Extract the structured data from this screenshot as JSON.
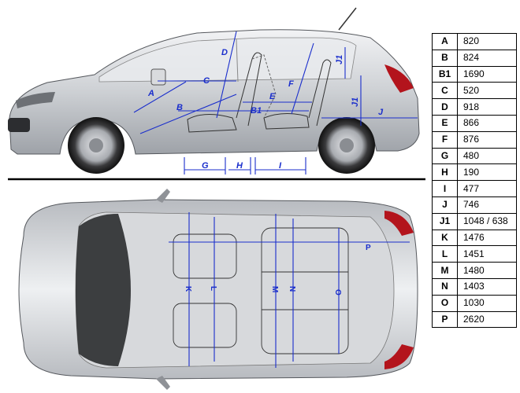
{
  "side_view_labels": [
    "A",
    "B",
    "B1",
    "C",
    "D",
    "E",
    "F",
    "G",
    "H",
    "I",
    "J",
    "J1"
  ],
  "top_view_labels": [
    "K",
    "L",
    "M",
    "N",
    "O",
    "P"
  ],
  "dimensions": [
    {
      "key": "A",
      "value": "820"
    },
    {
      "key": "B",
      "value": "824"
    },
    {
      "key": "B1",
      "value": "1690"
    },
    {
      "key": "C",
      "value": "520"
    },
    {
      "key": "D",
      "value": "918"
    },
    {
      "key": "E",
      "value": "866"
    },
    {
      "key": "F",
      "value": "876"
    },
    {
      "key": "G",
      "value": "480"
    },
    {
      "key": "H",
      "value": "190"
    },
    {
      "key": "I",
      "value": "477"
    },
    {
      "key": "J",
      "value": "746"
    },
    {
      "key": "J1",
      "value": "1048 / 638"
    },
    {
      "key": "K",
      "value": "1476"
    },
    {
      "key": "L",
      "value": "1451"
    },
    {
      "key": "M",
      "value": "1480"
    },
    {
      "key": "N",
      "value": "1403"
    },
    {
      "key": "O",
      "value": "1030"
    },
    {
      "key": "P",
      "value": "2620"
    }
  ],
  "colors": {
    "dimension_blue": "#1a2ecc",
    "body_silver": "#c9cbcf",
    "tail_light": "#b3141c"
  }
}
